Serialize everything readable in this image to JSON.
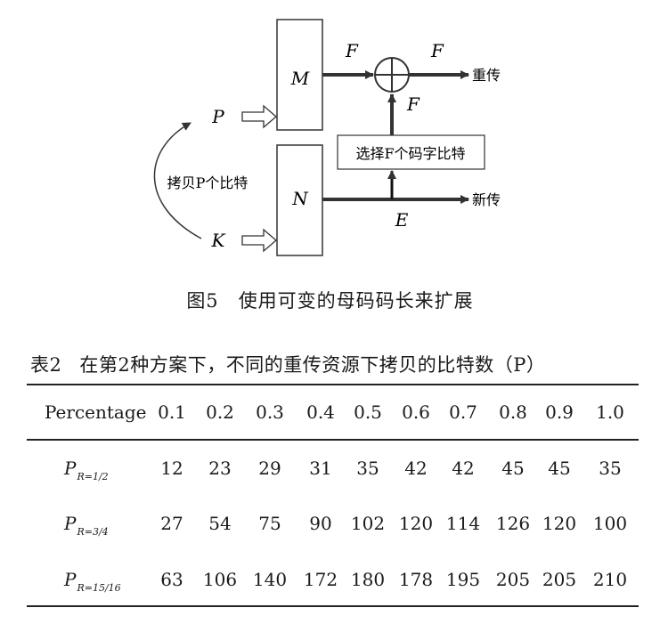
{
  "figure": {
    "blocks": {
      "m": "M",
      "n": "N",
      "select_box": "选择F个码字比特"
    },
    "labels": {
      "f_left": "F",
      "f_right": "F",
      "f_vertical": "F",
      "e": "E",
      "p": "P",
      "k": "K",
      "retransmit": "重传",
      "new_transmit": "新传",
      "copy_bits": "拷贝P个比特"
    },
    "caption": {
      "number": "图5",
      "text": "使用可变的母码码长来扩展"
    }
  },
  "table": {
    "caption": {
      "number": "表2",
      "text": "在第2种方案下，不同的重传资源下拷贝的比特数（P）"
    },
    "header": {
      "label": "Percentage",
      "columns": [
        "0.1",
        "0.2",
        "0.3",
        "0.4",
        "0.5",
        "0.6",
        "0.7",
        "0.8",
        "0.9",
        "1.0"
      ]
    },
    "rows": [
      {
        "symbol": "P",
        "subscript": "R=1/2",
        "values": [
          "12",
          "23",
          "29",
          "31",
          "35",
          "42",
          "42",
          "45",
          "45",
          "35"
        ]
      },
      {
        "symbol": "P",
        "subscript": "R=3/4",
        "values": [
          "27",
          "54",
          "75",
          "90",
          "102",
          "120",
          "114",
          "126",
          "120",
          "100"
        ]
      },
      {
        "symbol": "P",
        "subscript": "R=15/16",
        "values": [
          "63",
          "106",
          "140",
          "172",
          "180",
          "178",
          "195",
          "205",
          "205",
          "210"
        ]
      }
    ]
  }
}
